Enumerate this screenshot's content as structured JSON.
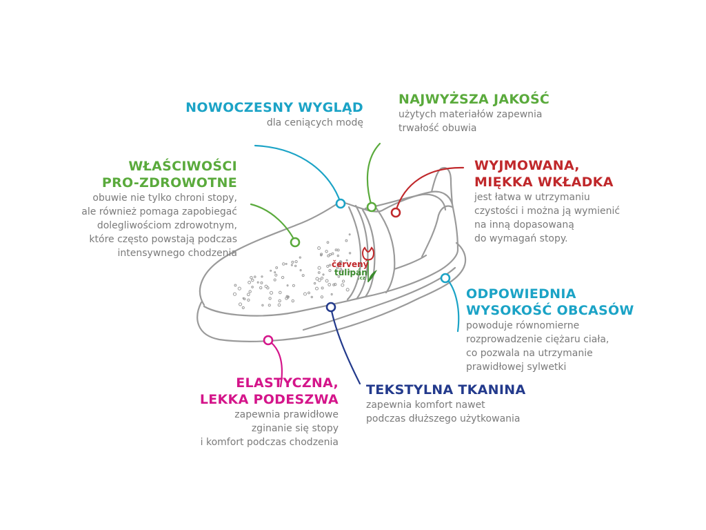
{
  "colors": {
    "outline": "#9a9a9a",
    "description": "#7a7a7a",
    "cyan": "#1ba3c6",
    "green": "#5aaa3c",
    "red": "#c0282b",
    "magenta": "#d4158a",
    "navy": "#233a8c"
  },
  "callouts": {
    "modern": {
      "title": [
        "NOWOCZESNY WYGLĄD"
      ],
      "desc": [
        "dla ceniących modę"
      ],
      "color": "#1ba3c6"
    },
    "quality": {
      "title": [
        "NAJWYŻSZA JAKOŚĆ"
      ],
      "desc": [
        "użytych materiałów zapewnia",
        "trwałość obuwia"
      ],
      "color": "#5aaa3c"
    },
    "health": {
      "title": [
        "WŁAŚCIWOŚCI",
        "PRO-ZDROWOTNE"
      ],
      "desc": [
        "obuwie nie tylko chroni stopy,",
        "ale również pomaga zapobiegać",
        "dolegliwościom zdrowotnym,",
        "które często powstają podczas",
        "intensywnego chodzenia"
      ],
      "color": "#5aaa3c"
    },
    "insole": {
      "title": [
        "WYJMOWANA,",
        "MIĘKKA WKŁADKA"
      ],
      "desc": [
        "jest łatwa w utrzymaniu",
        "czystości i można ją wymienić",
        "na inną dopasowaną",
        "do wymagań stopy."
      ],
      "color": "#c0282b"
    },
    "heel": {
      "title": [
        "ODPOWIEDNIA",
        "WYSOKOŚĆ OBCASÓW"
      ],
      "desc": [
        "powoduje równomierne",
        "rozprowadzenie ciężaru ciała,",
        "co pozwala na utrzymanie",
        "prawidłowej sylwetki"
      ],
      "color": "#1ba3c6"
    },
    "textile": {
      "title": [
        "TEKSTYLNA TKANINA"
      ],
      "desc": [
        "zapewnia komfort nawet",
        "podczas dłuższego użytkowania"
      ],
      "color": "#233a8c"
    },
    "sole": {
      "title": [
        "ELASTYCZNA,",
        "LEKKA PODESZWA"
      ],
      "desc": [
        "zapewnia prawidłowe",
        "zginanie się stopy",
        "i komfort podczas chodzenia"
      ],
      "color": "#d4158a"
    }
  },
  "logo": {
    "line1": "červený",
    "line2": "tulipán",
    "suffix": ".cz",
    "icon": "tulip-icon"
  }
}
